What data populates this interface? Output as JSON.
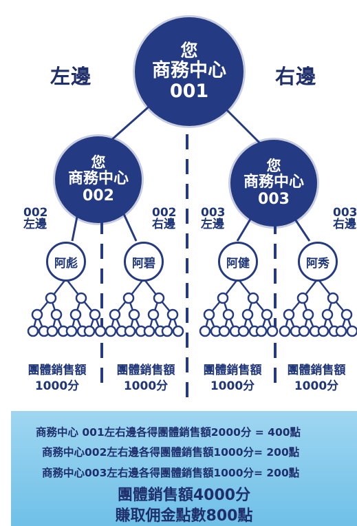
{
  "side_labels": {
    "left": "左邊",
    "right": "右邊"
  },
  "center_top": {
    "line1": "您",
    "line2": "商務中心",
    "line3": "001"
  },
  "center_left": {
    "line1": "您",
    "line2": "商務中心",
    "line3": "002"
  },
  "center_right": {
    "line1": "您",
    "line2": "商務中心",
    "line3": "003"
  },
  "legs": [
    {
      "code": "002",
      "side": "左邊"
    },
    {
      "code": "002",
      "side": "右邊"
    },
    {
      "code": "003",
      "side": "左邊"
    },
    {
      "code": "003",
      "side": "右邊"
    }
  ],
  "people": [
    "阿彪",
    "阿碧",
    "阿健",
    "阿秀"
  ],
  "sales": [
    {
      "label": "團體銷售額",
      "value": "1000分"
    },
    {
      "label": "團體銷售額",
      "value": "1000分"
    },
    {
      "label": "團體銷售額",
      "value": "1000分"
    },
    {
      "label": "團體銷售額",
      "value": "1000分"
    }
  ],
  "info": {
    "line1": "商務中心 001左右邊各得團體銷售額2000分  =  400點",
    "line2": "商務中心002左右邊各得團體銷售額1000分= 200點",
    "line3": "商務中心003左右邊各得團體銷售額1000分= 200點",
    "total_sales": "團體銷售額4000分",
    "commission": "賺取佣金點數800點"
  }
}
